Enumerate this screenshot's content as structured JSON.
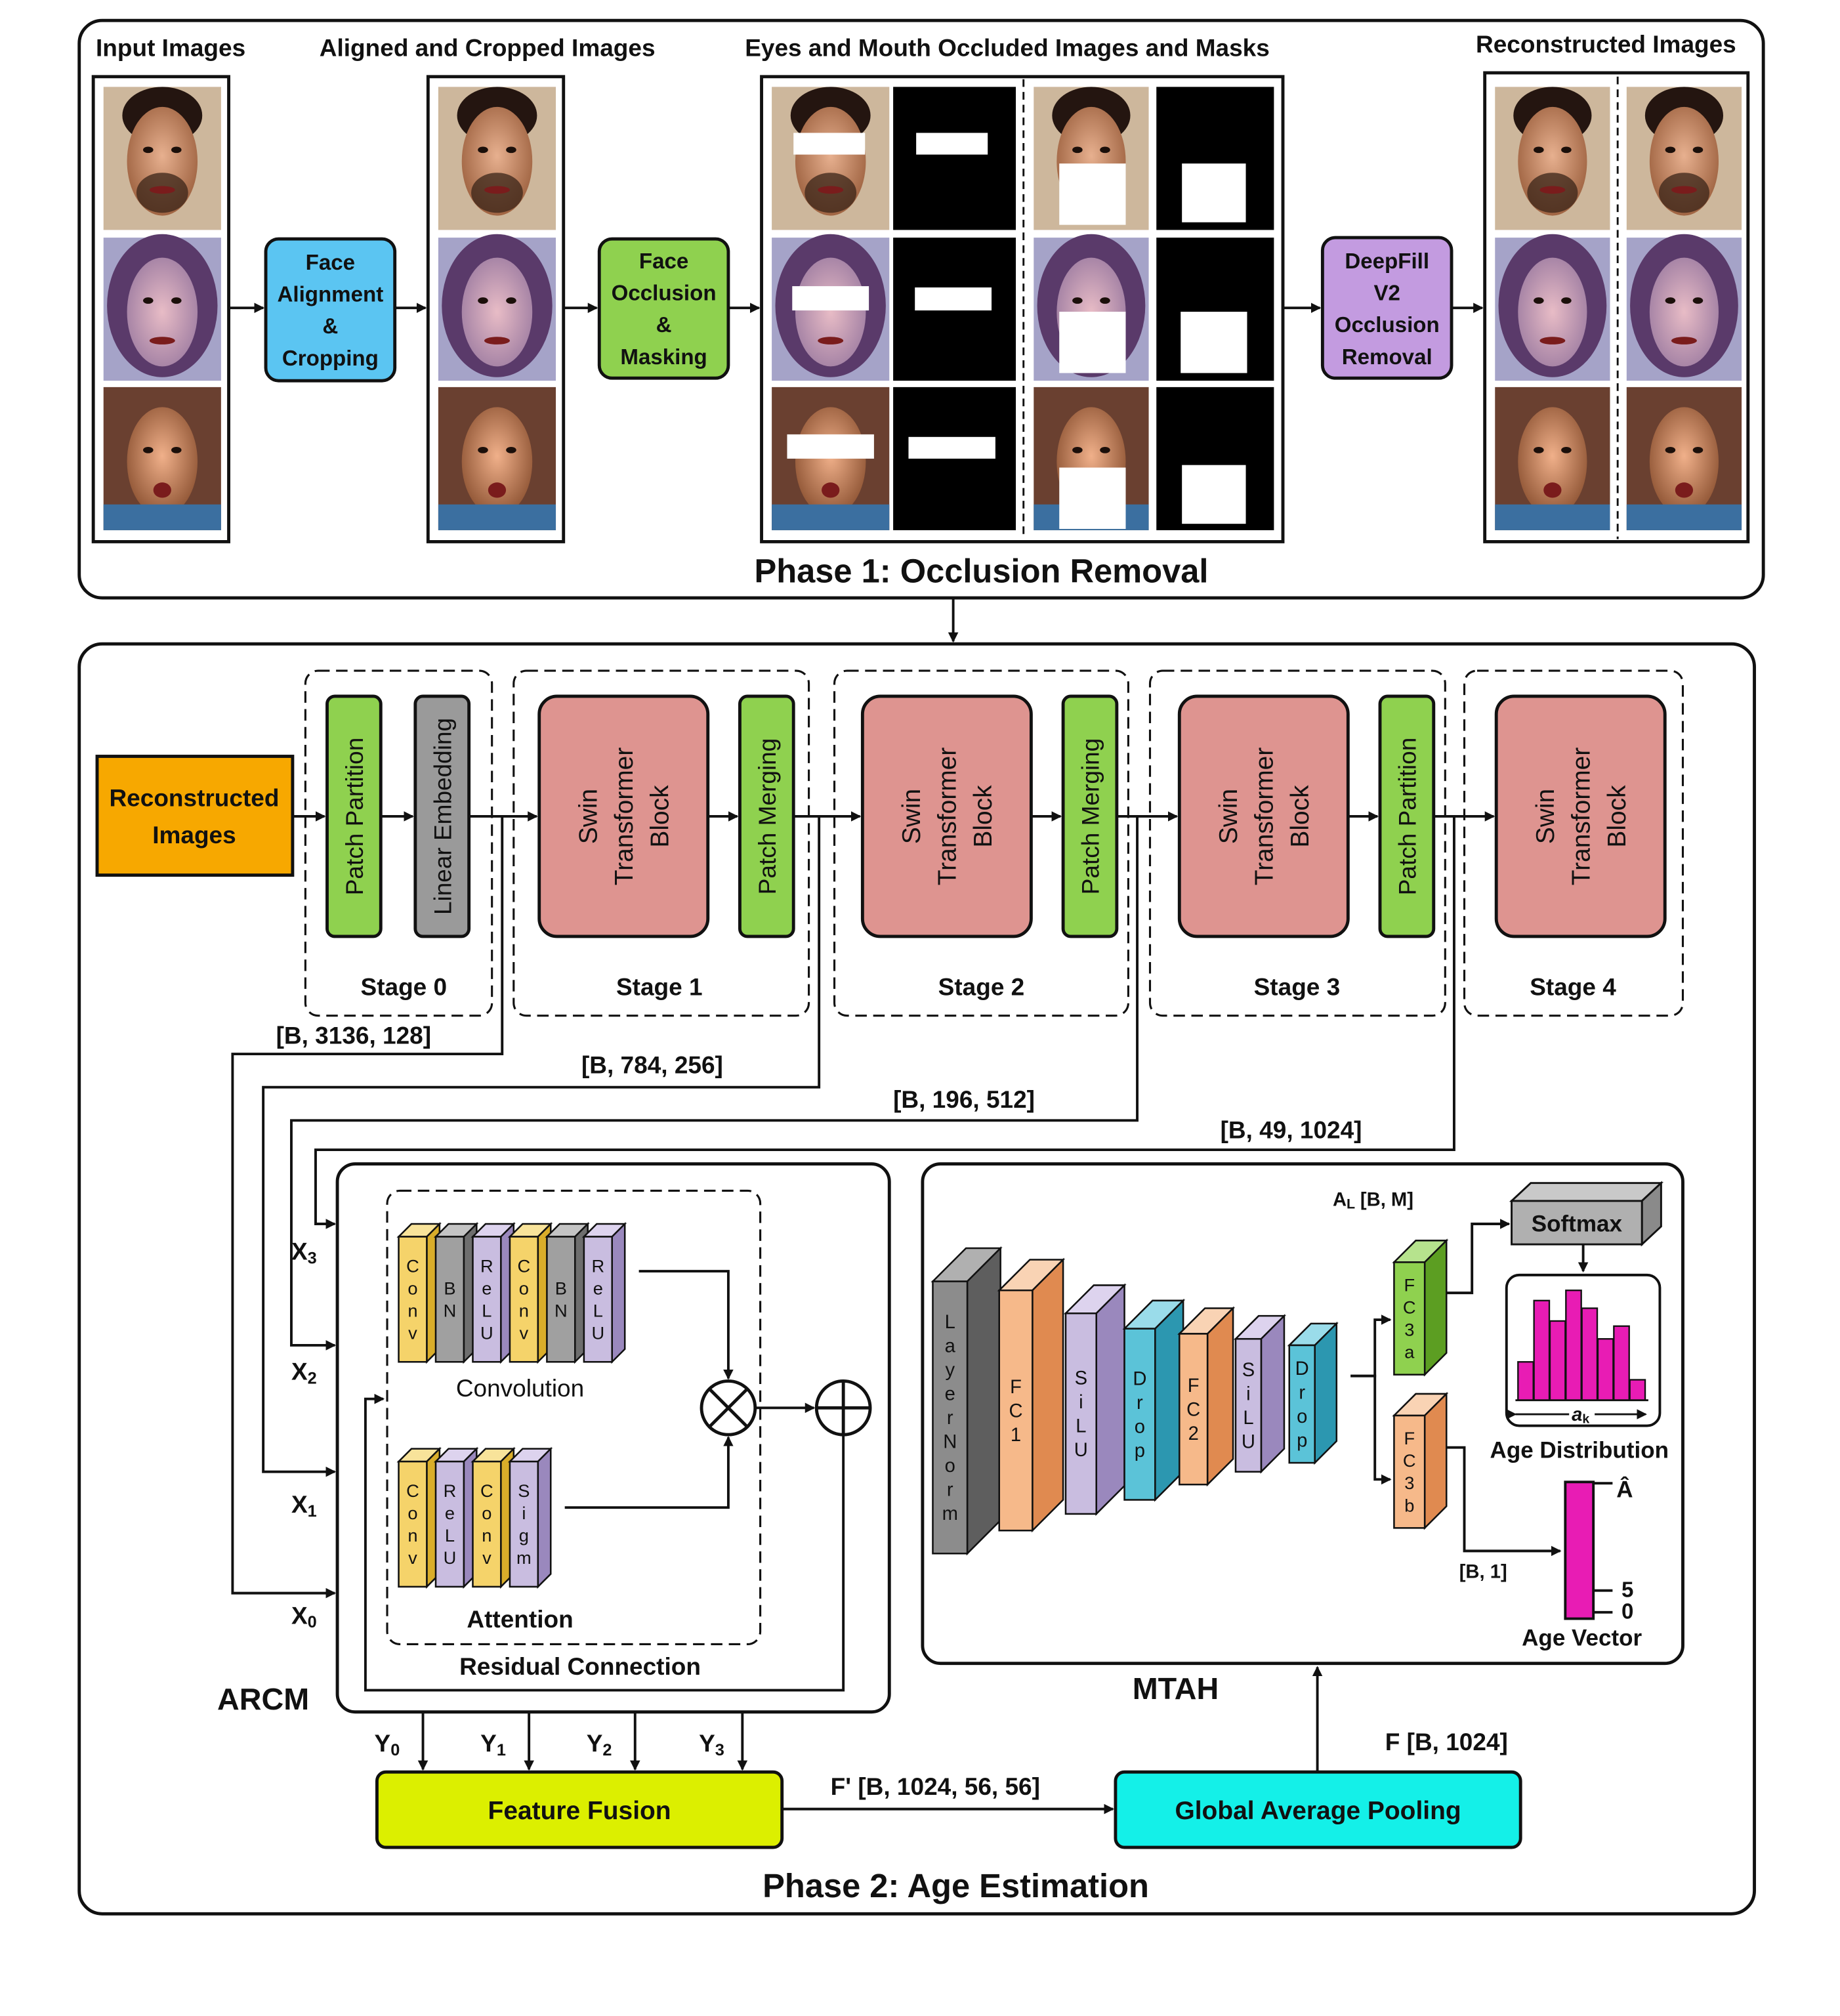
{
  "phase1": {
    "title": "Phase 1: Occlusion Removal",
    "col_input": "Input Images",
    "col_aligned": "Aligned and Cropped Images",
    "col_occluded": "Eyes and Mouth Occluded Images and Masks",
    "col_reconstructed": "Reconstructed Images",
    "step_align": [
      "Face",
      "Alignment",
      "&",
      "Cropping"
    ],
    "step_occlude": [
      "Face",
      "Occlusion",
      "&",
      "Masking"
    ],
    "step_deepfill": [
      "DeepFill",
      "V2",
      "Occlusion",
      "Removal"
    ]
  },
  "phase2": {
    "title": "Phase 2: Age Estimation",
    "input_label": [
      "Reconstructed",
      "Images"
    ],
    "patch_partition": "Patch Partition",
    "linear_embedding": "Linear Embedding",
    "patch_merging": "Patch Merging",
    "swin_block": [
      "Swin",
      "Transformer",
      "Block"
    ],
    "stage0": "Stage 0",
    "stage1": "Stage 1",
    "stage2": "Stage 2",
    "stage3": "Stage 3",
    "stage4": "Stage 4",
    "dim0": "[B, 3136, 128]",
    "dim1": "[B, 784, 256]",
    "dim2": "[B, 196, 512]",
    "dim3": "[B, 49, 1024]",
    "arcm": {
      "label": "ARCM",
      "conv_letters": [
        [
          "C",
          "o",
          "n",
          "v"
        ],
        [
          "B",
          "N"
        ],
        [
          "R",
          "e",
          "L",
          "U"
        ],
        [
          "C",
          "o",
          "n",
          "v"
        ],
        [
          "B",
          "N"
        ],
        [
          "R",
          "e",
          "L",
          "U"
        ]
      ],
      "att_letters": [
        [
          "C",
          "o",
          "n",
          "v"
        ],
        [
          "R",
          "e",
          "L",
          "U"
        ],
        [
          "C",
          "o",
          "n",
          "v"
        ],
        [
          "S",
          "i",
          "g",
          "m"
        ]
      ],
      "convolution": "Convolution",
      "attention": "Attention",
      "residual": "Residual Connection",
      "x_main": [
        "X",
        "X",
        "X",
        "X"
      ],
      "x_sub": [
        "3",
        "2",
        "1",
        "0"
      ],
      "y_main": [
        "Y",
        "Y",
        "Y",
        "Y"
      ],
      "y_sub": [
        "0",
        "1",
        "2",
        "3"
      ]
    },
    "mtah": {
      "label": "MTAH",
      "blocks": [
        [
          "L",
          "a",
          "y",
          "e",
          "r",
          "N",
          "o",
          "r",
          "m"
        ],
        [
          "F",
          "C",
          "1"
        ],
        [
          "S",
          "i",
          "L",
          "U"
        ],
        [
          "D",
          "r",
          "o",
          "p"
        ],
        [
          "F",
          "C",
          "2"
        ],
        [
          "S",
          "i",
          "L",
          "U"
        ],
        [
          "D",
          "r",
          "o",
          "p"
        ]
      ],
      "fc3a": [
        "F",
        "C",
        "3",
        "a"
      ],
      "fc3b": [
        "F",
        "C",
        "3",
        "b"
      ],
      "al_main": "A",
      "al_sub": "L",
      "al_dims": "[B, M]",
      "softmax": "Softmax",
      "age_distribution": "Age Distribution",
      "ak_main": "a",
      "ak_sub": "k",
      "dim_b1": "[B, 1]",
      "a_hat": "Â",
      "tick5": "5",
      "tick0": "0",
      "age_vector": "Age Vector"
    },
    "feature_fusion": "Feature Fusion",
    "fprime": "F' [B, 1024, 56, 56]",
    "gap": "Global Average Pooling",
    "f_label": "F [B, 1024]"
  },
  "colors": {
    "blue_box": "#5bc5f2",
    "green_box": "#8fd14f",
    "purple_box": "#c39be0",
    "orange_input": "#f7a800",
    "swin_red": "#de9490",
    "gray_box": "#9a9a9a",
    "yellow_fusion": "#dcef00",
    "cyan_gap": "#14f0e8",
    "magenta": "#e81cb4"
  }
}
